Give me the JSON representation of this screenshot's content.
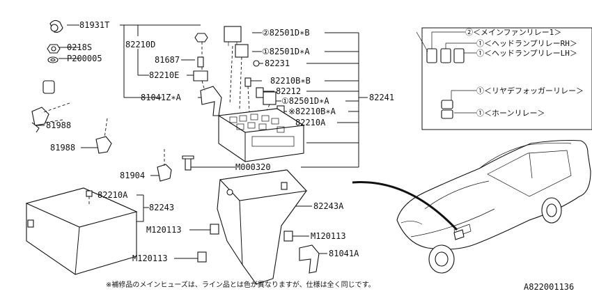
{
  "labels": {
    "p81931T": "81931T",
    "p0218S": "0218S",
    "pP200005": "P200005",
    "p82210D": "82210D",
    "p81687": "81687",
    "p82210E": "82210E",
    "p81041ZA": "81041Z∗A",
    "p82501DB": "②82501D∗B",
    "p82501DA1": "①82501D∗A",
    "p82231": "82231",
    "p82210BB": "82210B∗B",
    "p82212": "82212",
    "p82241": "82241",
    "p82501DA2": "①82501D∗A",
    "p82210BA": "※82210B∗A",
    "p82210A": "82210A",
    "p81988a": "81988",
    "p81988b": "81988",
    "p81904": "81904",
    "pM000320": "M000320",
    "p82210A2": "82210A",
    "p82243": "82243",
    "p82243A": "82243A",
    "pM120113a": "M120113",
    "pM120113b": "M120113",
    "pM120113c": "M120113",
    "p81041A": "81041A"
  },
  "legend": {
    "main_fan": "②＜メインファンリレー1＞",
    "head_rh": "①＜ヘッドランプリレーRH＞",
    "head_lh": "①＜ヘッドランプリレーLH＞",
    "rear_defog": "①＜リヤデフォッガーリレー＞",
    "horn": "①＜ホーンリレー＞"
  },
  "footnote": "※補修品のメインヒューズは、ライン品とは色が異なりますが、仕様は全く同じです。",
  "figure_code": "A822001136"
}
